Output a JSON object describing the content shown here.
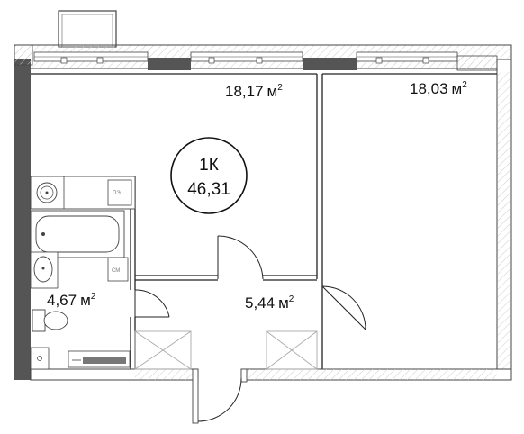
{
  "plan": {
    "badge": {
      "type": "1К",
      "total": "46,31"
    },
    "rooms": [
      {
        "id": "room-left",
        "area": "18,17",
        "unit": "м",
        "exp": "2"
      },
      {
        "id": "room-right",
        "area": "18,03",
        "unit": "м",
        "exp": "2"
      },
      {
        "id": "bathroom",
        "area": "4,67",
        "unit": "м",
        "exp": "2"
      },
      {
        "id": "hall",
        "area": "5,44",
        "unit": "м",
        "exp": "2"
      }
    ],
    "appliance_tags": {
      "stove": "ПЭ",
      "washer": "СМ"
    }
  },
  "colors": {
    "wall": "#555555",
    "line": "#1a1a1a",
    "hatch": "#cfcfcf",
    "partition": "#9a9a9a"
  }
}
